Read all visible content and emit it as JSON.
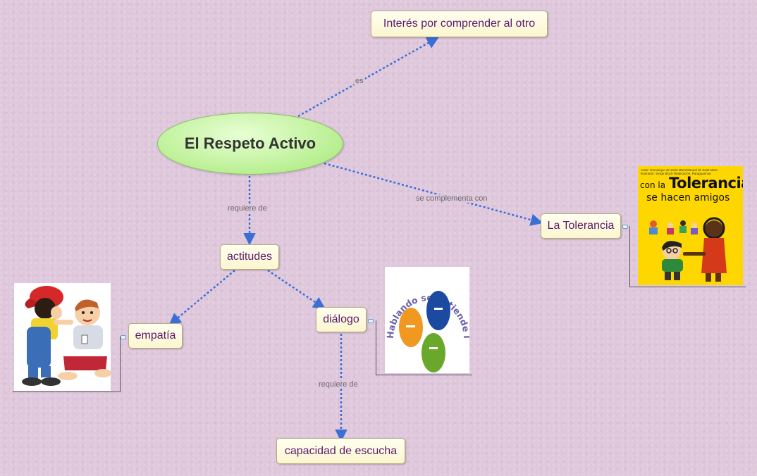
{
  "main_concept": "El Respeto Activo",
  "concepts": {
    "interes": "Interés por comprender al otro",
    "actitudes": "actitudes",
    "tolerancia": "La Tolerancia",
    "empatia": "empatía",
    "dialogo": "diálogo",
    "escucha": "capacidad de escucha"
  },
  "links": {
    "es": "es",
    "requiere_de_1": "requiere de",
    "se_complementa_con": "se complementa con",
    "requiere_de_2": "requiere de"
  },
  "images": {
    "tolerancia_book": {
      "credits_line1": "Autor: Dominique de Saint Mars/Manuel de Saint Mars",
      "credits_line2": "Ilustrador: Serge Bloch     Realización: Paraguarinsa",
      "title_line1_prefix": "con la",
      "title_line1_main": "Tolerancia,",
      "title_line2": "se hacen amigos"
    },
    "dialogo_logo": {
      "arc_text": "Hablando se entiende la gente"
    }
  },
  "colors": {
    "background": "#dfc7dc",
    "node_text": "#5a1a6e",
    "arrow": "#3a6fd6",
    "main_node": "#b9ef92",
    "book_cover": "#ffd700"
  }
}
